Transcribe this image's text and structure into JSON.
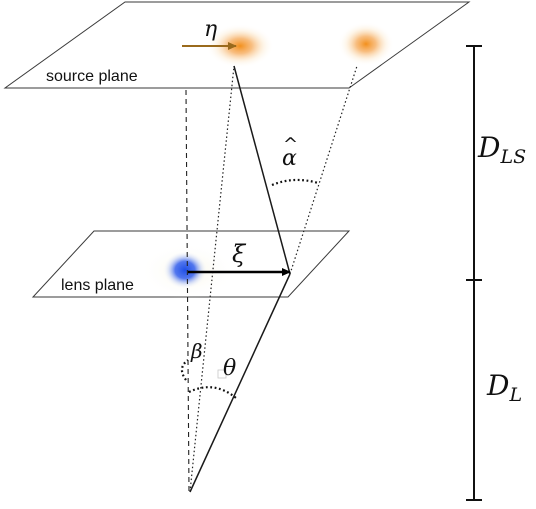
{
  "labels": {
    "source_plane": "source plane",
    "lens_plane": "lens plane",
    "eta": "η",
    "xi": "ξ",
    "alpha_hat": "α",
    "alpha_hat_accent": "^",
    "beta": "β",
    "theta": "θ",
    "d_ls_main": "D",
    "d_ls_sub": "LS",
    "d_l_main": "D",
    "d_l_sub": "L"
  },
  "colors": {
    "source_glow": "#f39a1e",
    "lens_blob": "#2f5bea",
    "eta_arrow": "#9a6a1c",
    "xi_arrow": "#000000",
    "lines": "#1a1a1a"
  }
}
